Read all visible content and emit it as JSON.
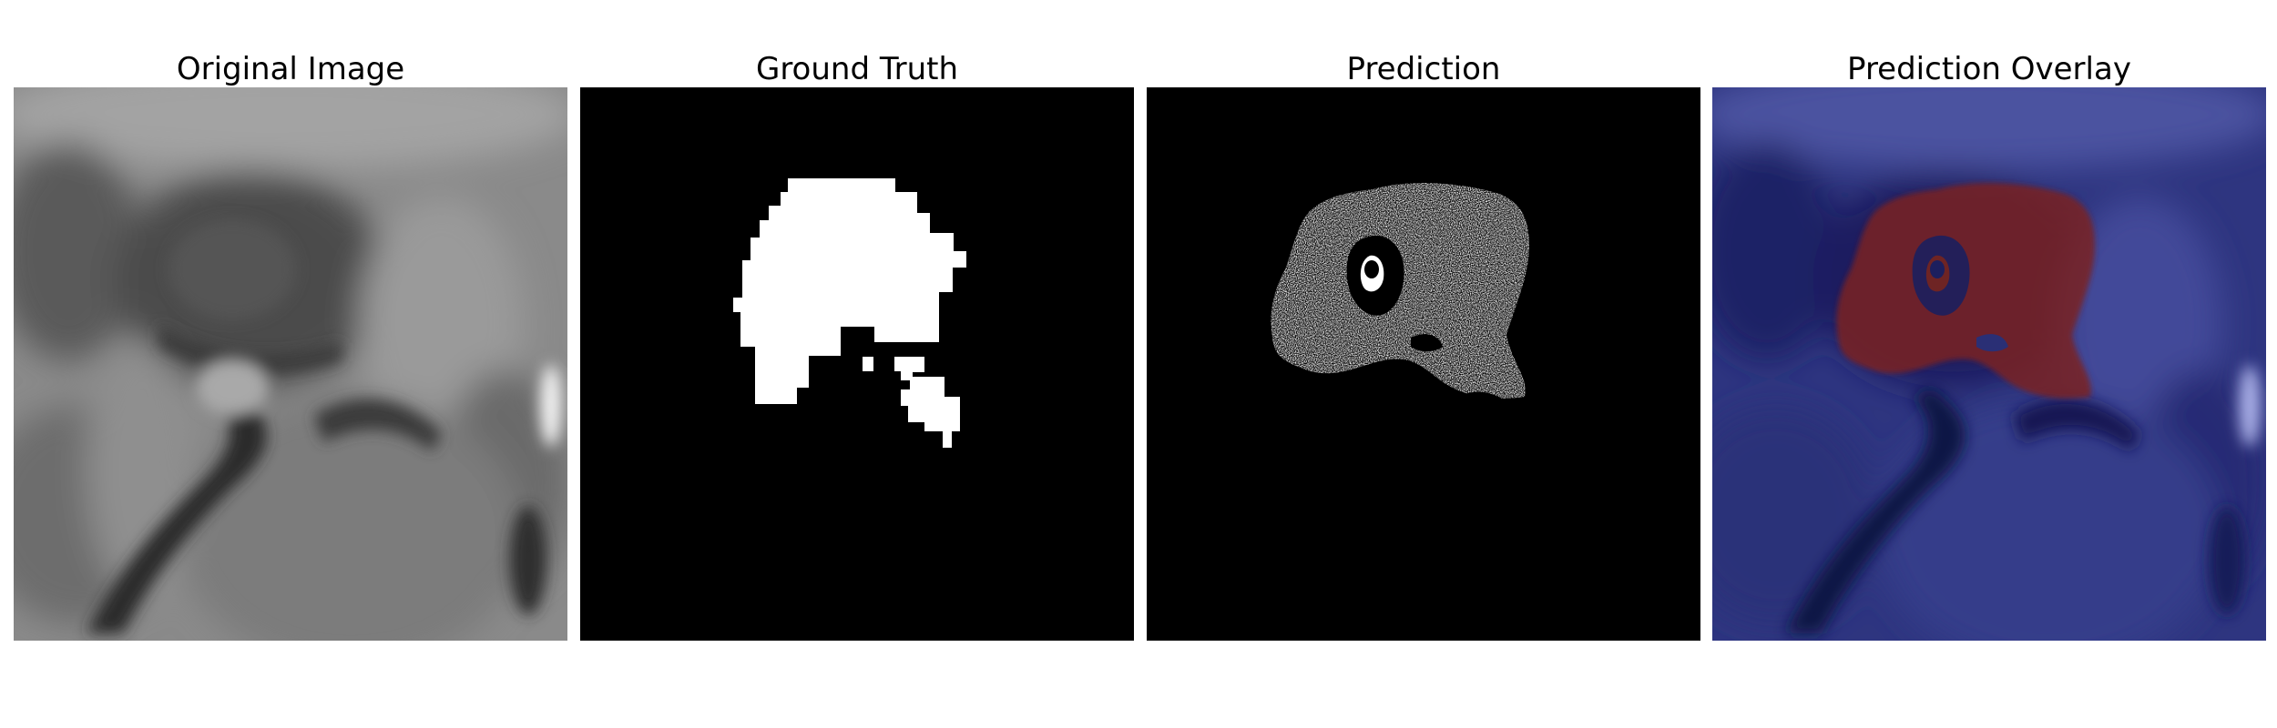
{
  "panels": [
    {
      "title": "Original Image"
    },
    {
      "title": "Ground Truth"
    },
    {
      "title": "Prediction"
    },
    {
      "title": "Prediction Overlay"
    }
  ],
  "colors": {
    "background": "#000000",
    "mask": "#ffffff",
    "overlay_base": "#1a1f6e",
    "overlay_tumor": "#7a1e1e"
  }
}
